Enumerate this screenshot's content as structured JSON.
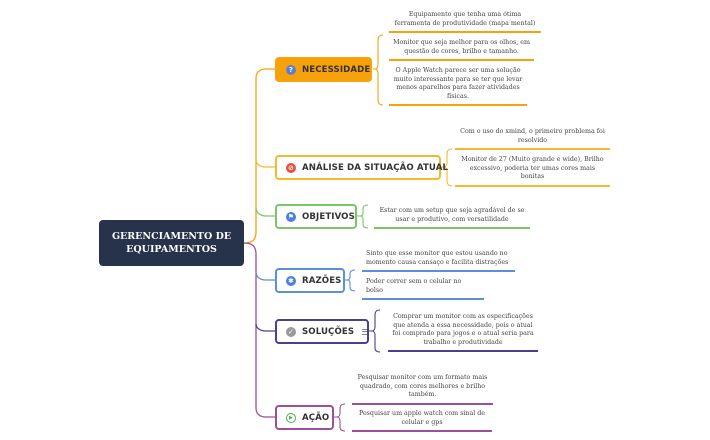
{
  "root": {
    "label": "GERENCIAMENTO DE EQUIPAMENTOS",
    "bg": "#26334a"
  },
  "topics": [
    {
      "id": "necessidade",
      "label": "NECESSIDADE",
      "icon": "question-icon",
      "color": "#f7a20b",
      "leaves": [
        "Equipamento que tenha uma ótima ferramenta de produtividade (mapa mental)",
        "Monitor que seja melhor para os olhos, em questão de cores, brilho e tamanho.",
        "O Apple Watch parece ser uma solução muito interessante para se ter que levar menos aparelhos para fazer atividades físicas."
      ]
    },
    {
      "id": "analise",
      "label": "ANÁLISE DA SITUAÇÃO ATUAL",
      "icon": "block-icon",
      "color": "#f5b82e",
      "leaves": [
        "Com o uso do xmind, o primeiro problema foi resolvido",
        "Monitor de 27 (Muito grande e wide), Brilho excessivo, poderia ter umas cores mais bonitas"
      ]
    },
    {
      "id": "objetivos",
      "label": "OBJETIVOS",
      "icon": "flag-icon",
      "color": "#7cc46a",
      "leaves": [
        "Estar com um setup que seja agradável de se usar e produtivo, com versatilidade"
      ]
    },
    {
      "id": "razoes",
      "label": "RAZÕES",
      "icon": "star-icon",
      "color": "#5b8fd6",
      "leaves": [
        "Sinto que esse monitor que estou usando no momento causa cansaço e facilita distrações",
        "Poder correr sem o celular no bolso"
      ]
    },
    {
      "id": "solucoes",
      "label": "SOLUÇÕES",
      "icon": "check-icon",
      "color": "#4b3f8f",
      "leaves": [
        "Comprar um monitor com as especificações que atenda a essa necessidade, pois o atual foi comprado para jogos e o atual seria para trabalho e produtividade"
      ]
    },
    {
      "id": "acao",
      "label": "AÇÃO",
      "icon": "play-icon",
      "color": "#9c4f9a",
      "leaves": [
        "Pesquisar monitor com um formato mais quadrado, com cores melhores e brilho também.",
        "Pesquisar um apple watch com sinal de celular e gps"
      ]
    }
  ]
}
